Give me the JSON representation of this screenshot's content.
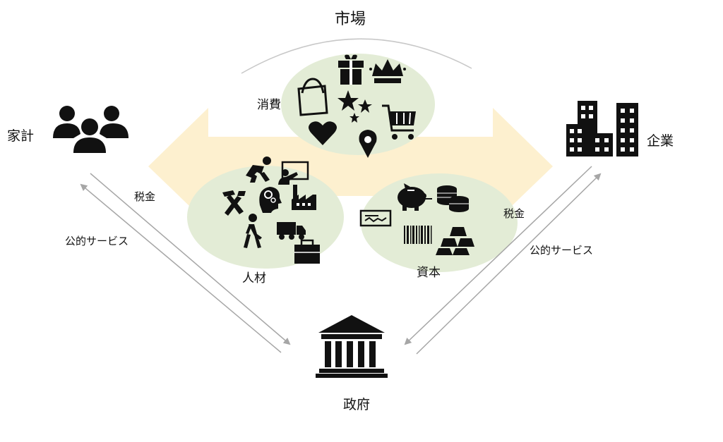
{
  "title": "市場",
  "nodes": {
    "household": {
      "label": "家計",
      "icon": "people-group-icon"
    },
    "company": {
      "label": "企業",
      "icon": "office-buildings-icon"
    },
    "government": {
      "label": "政府",
      "icon": "government-building-icon"
    }
  },
  "clusters": {
    "consumption": {
      "label": "消費",
      "icons": [
        "shopping-bag-icon",
        "gift-icon",
        "crown-icon",
        "star-icon",
        "cart-icon",
        "heart-icon",
        "location-pin-icon"
      ]
    },
    "labor": {
      "label": "人材",
      "icons": [
        "worker-icon",
        "teacher-icon",
        "tools-icon",
        "brain-gears-icon",
        "factory-icon",
        "walking-person-icon",
        "truck-icon",
        "briefcase-icon"
      ]
    },
    "capital": {
      "label": "資本",
      "icons": [
        "piggy-bank-icon",
        "coins-icon",
        "check-icon",
        "barcode-icon",
        "gold-bars-icon"
      ]
    }
  },
  "flows": {
    "household_tax": "税金",
    "household_service": "公的サービス",
    "company_tax": "税金",
    "company_service": "公的サービス"
  },
  "colors": {
    "arrow_fill": "#fdf0cf",
    "ellipse_fill": "#e3ecd6",
    "icon": "#111111",
    "connector": "#a6a6a6",
    "arc": "#c8c8c8"
  }
}
